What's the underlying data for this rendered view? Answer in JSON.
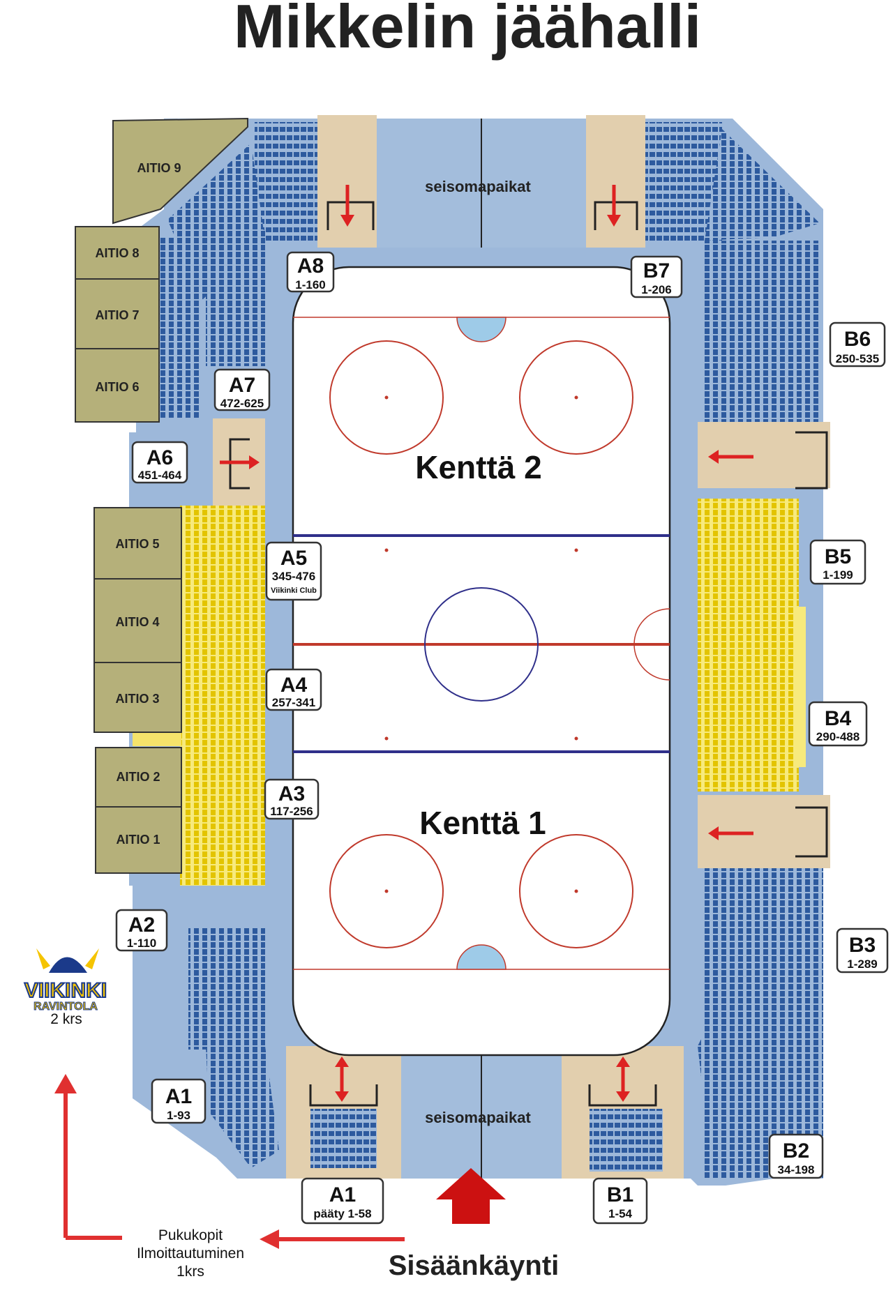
{
  "title": "Mikkelin jäähalli",
  "fields": {
    "upper": "Kenttä 2",
    "lower": "Kenttä 1"
  },
  "standing": {
    "top": "seisomapaikat",
    "bottom": "seisomapaikat"
  },
  "aitiot": [
    "AITIO 9",
    "AITIO 8",
    "AITIO 7",
    "AITIO 6",
    "AITIO 5",
    "AITIO 4",
    "AITIO 3",
    "AITIO 2",
    "AITIO 1"
  ],
  "sections": [
    {
      "id": "A8",
      "range": "1-160",
      "extra": ""
    },
    {
      "id": "B7",
      "range": "1-206",
      "extra": ""
    },
    {
      "id": "B6",
      "range": "250-535",
      "extra": ""
    },
    {
      "id": "A7",
      "range": "472-625",
      "extra": ""
    },
    {
      "id": "A6",
      "range": "451-464",
      "extra": ""
    },
    {
      "id": "A5",
      "range": "345-476",
      "extra": "Viikinki Club"
    },
    {
      "id": "B5",
      "range": "1-199",
      "extra": ""
    },
    {
      "id": "A4",
      "range": "257-341",
      "extra": ""
    },
    {
      "id": "B4",
      "range": "290-488",
      "extra": ""
    },
    {
      "id": "A3",
      "range": "117-256",
      "extra": ""
    },
    {
      "id": "A2",
      "range": "1-110",
      "extra": ""
    },
    {
      "id": "B3",
      "range": "1-289",
      "extra": ""
    },
    {
      "id": "A1",
      "range": "1-93",
      "extra": ""
    },
    {
      "id": "B2",
      "range": "34-198",
      "extra": ""
    },
    {
      "id": "A1",
      "range": "pääty 1-58",
      "extra": ""
    },
    {
      "id": "B1",
      "range": "1-54",
      "extra": ""
    }
  ],
  "restaurant": {
    "name_top": "VIIKINKI",
    "name_bottom": "RAVINTOLA",
    "floor": "2 krs"
  },
  "entrance": "Sisäänkäynti",
  "lockers": {
    "line1": "Pukukopit",
    "line2": "Ilmoittautuminen",
    "line3": "1krs"
  },
  "colors": {
    "stand_blue": "#9db8da",
    "seat_blue": "#2d5a9e",
    "aitio": "#b5b07a",
    "yellow": "#f5e36b",
    "tan": "#e2cfae",
    "rink_red": "#c0392b",
    "rink_blue": "#2f2f8a",
    "arrow_red": "#d22"
  }
}
